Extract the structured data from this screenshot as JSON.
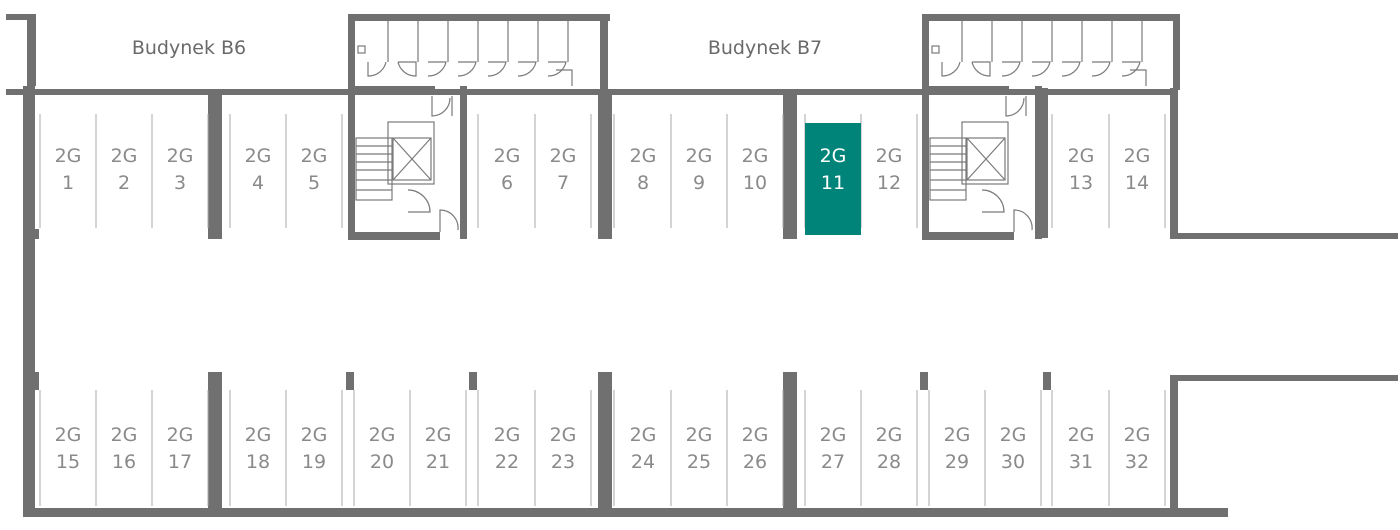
{
  "buildings": [
    {
      "id": "b6",
      "label": "Budynek B6"
    },
    {
      "id": "b7",
      "label": "Budynek B7"
    }
  ],
  "garages": {
    "prefix": "2G",
    "selected": "11",
    "highlight_color": "#00847a",
    "wall_color": "#707070",
    "top_row": [
      "1",
      "2",
      "3",
      "4",
      "5",
      "6",
      "7",
      "8",
      "9",
      "10",
      "11",
      "12",
      "13",
      "14"
    ],
    "bottom_row": [
      "15",
      "16",
      "17",
      "18",
      "19",
      "20",
      "21",
      "22",
      "23",
      "24",
      "25",
      "26",
      "27",
      "28",
      "29",
      "30",
      "31",
      "32"
    ]
  }
}
